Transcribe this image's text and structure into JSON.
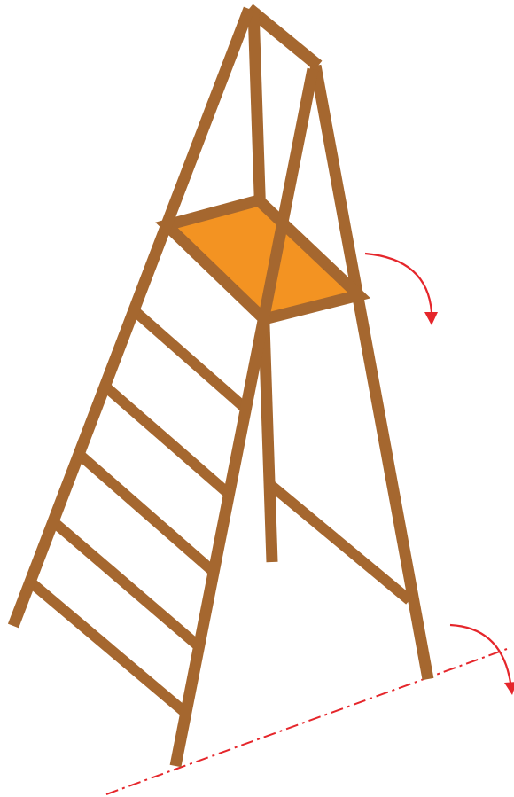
{
  "diagram": {
    "colors": {
      "wood": "#A5672F",
      "platform_fill": "#F39322",
      "arrow": "#E5262B",
      "ground_line": "#E5262B",
      "background": "#FFFFFF"
    },
    "components": {
      "front_rails": 2,
      "front_rungs": 5,
      "rear_legs": 2,
      "rear_brace": 1,
      "platform": 1,
      "rotation_arrows": 2,
      "ground_line": 1
    }
  }
}
